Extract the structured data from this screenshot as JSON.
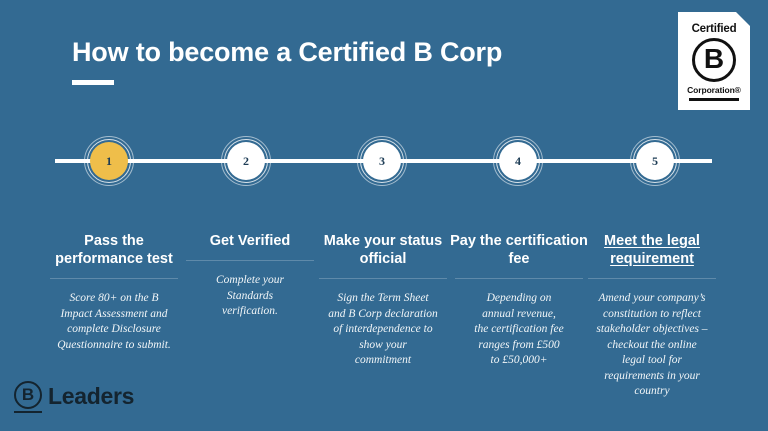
{
  "page": {
    "title": "How to become a Certified B Corp",
    "background_color": "#336a92",
    "accent_color": "#efbe4a"
  },
  "badge": {
    "certified_label": "Certified",
    "letter": "B",
    "corporation_label": "Corporation®"
  },
  "steps": [
    {
      "number": "1",
      "heading": "Pass the performance test",
      "body": "Score 80+ on the B\nImpact Assessment and\ncomplete Disclosure\nQuestionnaire to submit.",
      "active": true,
      "is_link": false
    },
    {
      "number": "2",
      "heading": "Get Verified",
      "body": "Complete your\nStandards\nverification.",
      "active": false,
      "is_link": false
    },
    {
      "number": "3",
      "heading": "Make your status official",
      "body": "Sign the Term Sheet\nand  B Corp declaration\nof interdependence to\nshow your\ncommitment",
      "active": false,
      "is_link": false
    },
    {
      "number": "4",
      "heading": "Pay the certification fee",
      "body": "Depending on\nannual revenue,\nthe certification fee\nranges from £500\nto £50,000+",
      "active": false,
      "is_link": false
    },
    {
      "number": "5",
      "heading": "Meet the legal requirement",
      "body": "Amend your company’s\nconstitution to reflect\nstakeholder objectives –\ncheckout the online\nlegal tool for\nrequirements in your\ncountry",
      "active": false,
      "is_link": true
    }
  ],
  "footer": {
    "logo_letter": "B",
    "logo_word": "Leaders"
  }
}
